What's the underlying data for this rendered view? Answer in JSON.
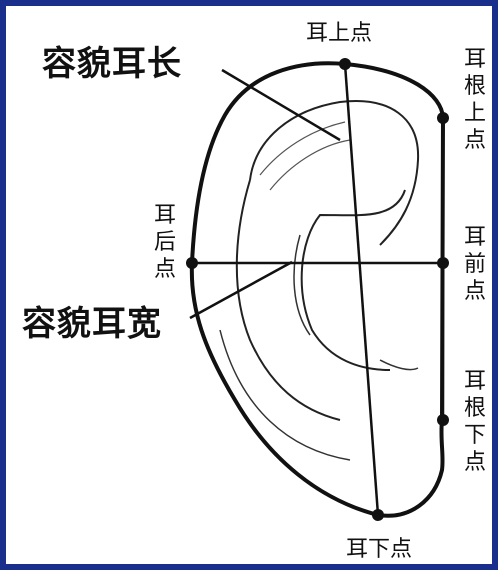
{
  "labels": {
    "ear_length": "容貌耳长",
    "ear_width": "容貌耳宽",
    "ear_top_point": "耳上点",
    "ear_bottom_point": "耳下点",
    "ear_back_point": "耳后点",
    "ear_front_point": "耳前点",
    "ear_root_top_point": "耳根上点",
    "ear_root_bottom_point": "耳根下点"
  },
  "colors": {
    "border": "#1a2f8c",
    "ink": "#111111",
    "background": "#ffffff"
  }
}
